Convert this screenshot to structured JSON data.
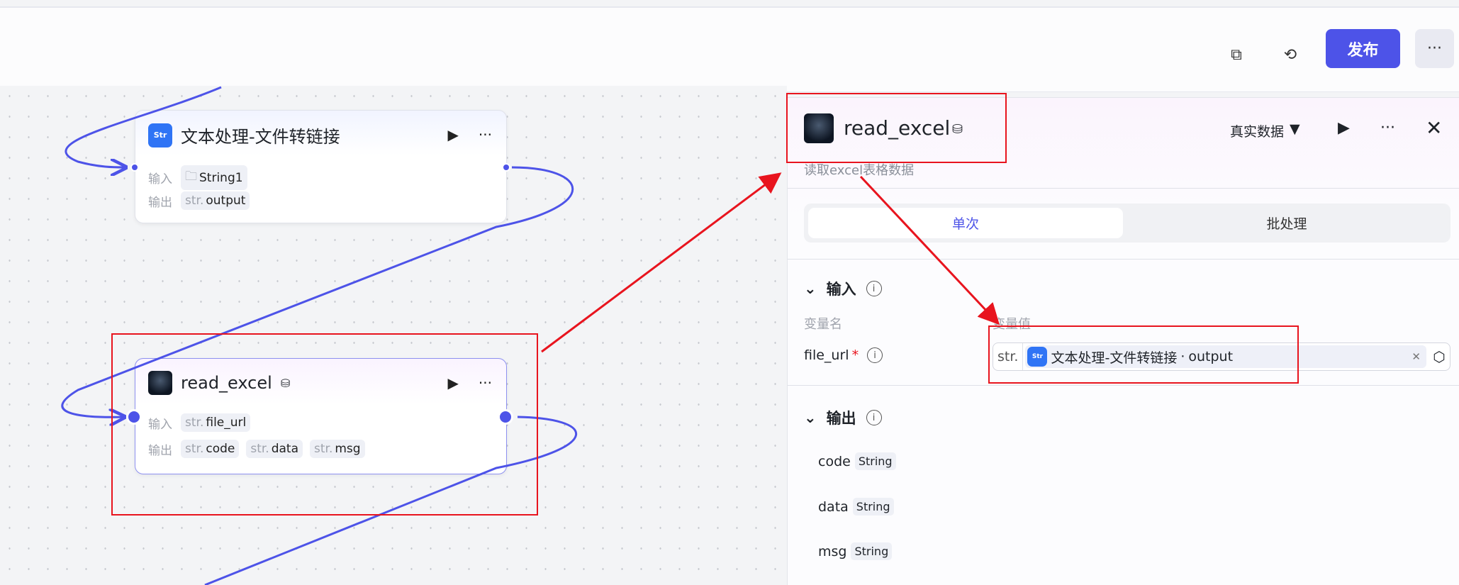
{
  "toolbar": {
    "publish_label": "发布",
    "icons": [
      "copy-icon",
      "history-icon",
      "more-icon"
    ]
  },
  "nodes": [
    {
      "title": "文本处理-文件转链接",
      "icon": "plugin-str-icon",
      "input_label": "输入",
      "inputs": [
        {
          "type": "folder",
          "name": "String1"
        }
      ],
      "output_label": "输出",
      "outputs": [
        {
          "type": "str.",
          "name": "output"
        }
      ]
    },
    {
      "title": "read_excel",
      "icon": "avatar",
      "input_label": "输入",
      "inputs": [
        {
          "type": "str.",
          "name": "file_url"
        }
      ],
      "output_label": "输出",
      "outputs": [
        {
          "type": "str.",
          "name": "code"
        },
        {
          "type": "str.",
          "name": "data"
        },
        {
          "type": "str.",
          "name": "msg"
        }
      ]
    }
  ],
  "panel": {
    "title": "read_excel",
    "description": "读取excel表格数据",
    "data_mode": "真实数据",
    "tabs": [
      {
        "label": "单次",
        "active": true
      },
      {
        "label": "批处理",
        "active": false
      }
    ],
    "input_section": "输入",
    "col_name": "变量名",
    "col_value": "变量值",
    "param_name": "file_url",
    "required_mark": "*",
    "param_type": "str.",
    "param_ref_node": "文本处理-文件转链接",
    "param_ref_sep": "·",
    "param_ref_field": "output",
    "output_section": "输出",
    "outputs": [
      {
        "name": "code",
        "type": "String"
      },
      {
        "name": "data",
        "type": "String"
      },
      {
        "name": "msg",
        "type": "String"
      }
    ]
  },
  "colors": {
    "accent": "#4d53e8",
    "annotation": "#e8141e",
    "plugin": "#2f74f5"
  }
}
